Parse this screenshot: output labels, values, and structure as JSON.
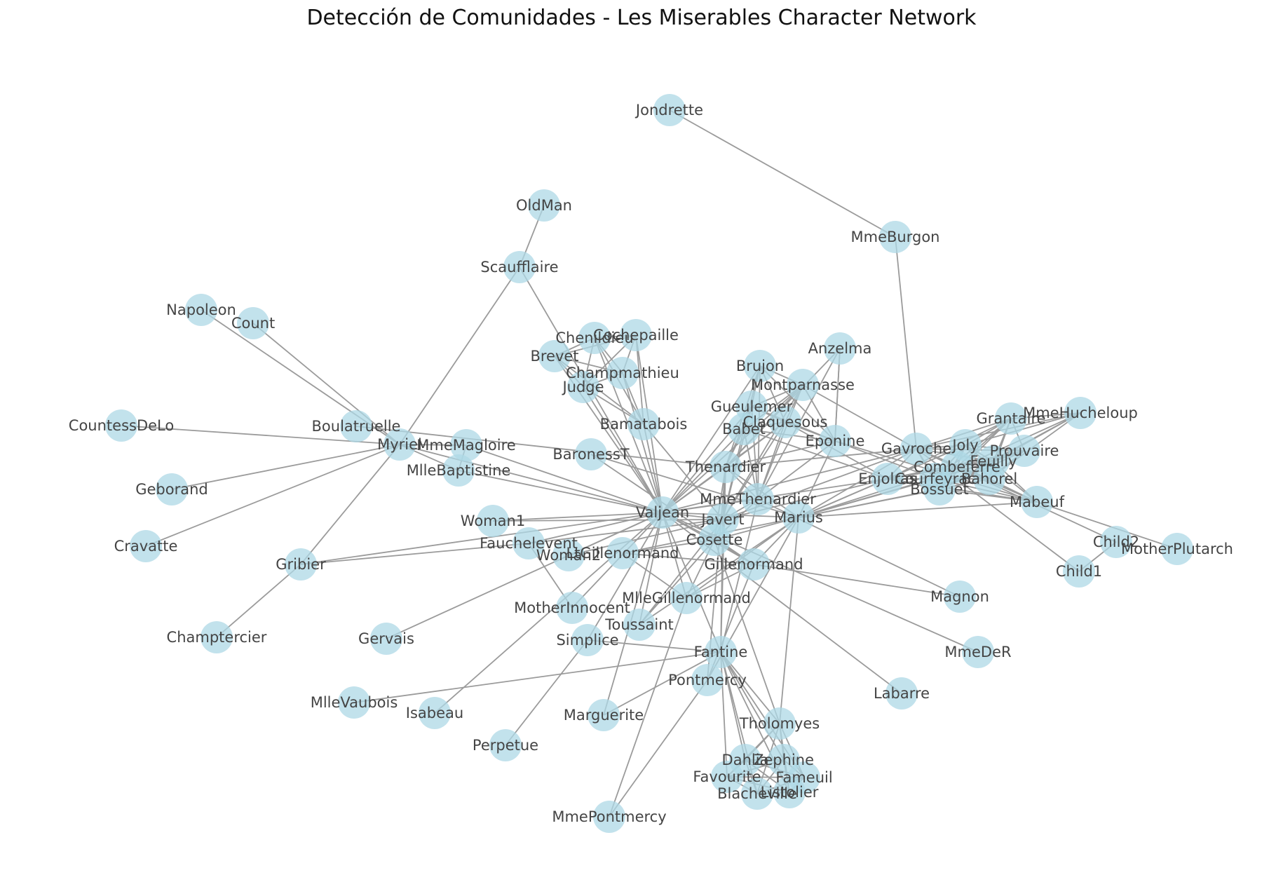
{
  "title": "Detección de Comunidades - Les Miserables Character Network",
  "style": {
    "node_color": "#add8e6",
    "edge_color": "#9b9b9b",
    "label_color": "#444444"
  },
  "nodes": [
    "Jondrette",
    "OldMan",
    "MmeBurgon",
    "Scaufflaire",
    "Napoleon",
    "Count",
    "Cochepaille",
    "Chenildieu",
    "Anzelma",
    "Brevet",
    "Brujon",
    "Champmathieu",
    "Judge",
    "Montparnasse",
    "Gueulemer",
    "Grantaire",
    "MmeHucheloup",
    "Bamatabois",
    "Babet",
    "Claquesous",
    "CountessDeLo",
    "Boulatruelle",
    "Myriel",
    "MmeMagloire",
    "Eponine",
    "Gavroche",
    "Joly",
    "Prouvaire",
    "Feuilly",
    "Combeferre",
    "BaronessT",
    "Enjolras",
    "Courfeyrac",
    "Bahorel",
    "Bossuet",
    "MlleBaptistine",
    "Thenardier",
    "Geborand",
    "MmeThenardier",
    "Mabeuf",
    "Valjean",
    "Woman1",
    "Javert",
    "Marius",
    "Child2",
    "MotherPlutarch",
    "Cravatte",
    "Cosette",
    "Fauchelevent",
    "Woman2",
    "LtGillenormand",
    "Gillenormand",
    "Gribier",
    "Child1",
    "MlleGillenormand",
    "Magnon",
    "MotherInnocent",
    "Toussaint",
    "Simplice",
    "Gervais",
    "Champtercier",
    "Fantine",
    "MmeDeR",
    "Pontmercy",
    "Labarre",
    "MlleVaubois",
    "Isabeau",
    "Marguerite",
    "Tholomyes",
    "Perpetue",
    "Zephine",
    "Dahlia",
    "Fameuil",
    "Favourite",
    "Listolier",
    "Blacheville",
    "MmePontmercy"
  ],
  "edges": [
    [
      "Jondrette",
      "MmeBurgon"
    ],
    [
      "MmeBurgon",
      "Gavroche"
    ],
    [
      "OldMan",
      "Scaufflaire"
    ],
    [
      "Scaufflaire",
      "Myriel"
    ],
    [
      "Scaufflaire",
      "Valjean"
    ],
    [
      "Napoleon",
      "Myriel"
    ],
    [
      "Count",
      "Myriel"
    ],
    [
      "CountessDeLo",
      "Myriel"
    ],
    [
      "Geborand",
      "Myriel"
    ],
    [
      "Cravatte",
      "Myriel"
    ],
    [
      "Champtercier",
      "Gribier"
    ],
    [
      "Gribier",
      "Myriel"
    ],
    [
      "Myriel",
      "MlleBaptistine"
    ],
    [
      "Myriel",
      "MmeMagloire"
    ],
    [
      "Myriel",
      "Valjean"
    ],
    [
      "MlleBaptistine",
      "MmeMagloire"
    ],
    [
      "MlleBaptistine",
      "Valjean"
    ],
    [
      "MmeMagloire",
      "Valjean"
    ],
    [
      "Boulatruelle",
      "Thenardier"
    ],
    [
      "Gribier",
      "Fauchelevent"
    ],
    [
      "Labarre",
      "Valjean"
    ],
    [
      "Marguerite",
      "Valjean"
    ],
    [
      "Marguerite",
      "Fantine"
    ],
    [
      "MmeDeR",
      "Valjean"
    ],
    [
      "Isabeau",
      "Valjean"
    ],
    [
      "Gervais",
      "Valjean"
    ],
    [
      "Tholomyes",
      "Listolier"
    ],
    [
      "Tholomyes",
      "Fameuil"
    ],
    [
      "Tholomyes",
      "Blacheville"
    ],
    [
      "Tholomyes",
      "Favourite"
    ],
    [
      "Tholomyes",
      "Dahlia"
    ],
    [
      "Tholomyes",
      "Zephine"
    ],
    [
      "Tholomyes",
      "Fantine"
    ],
    [
      "Tholomyes",
      "Cosette"
    ],
    [
      "Tholomyes",
      "Marius"
    ],
    [
      "Listolier",
      "Fameuil"
    ],
    [
      "Listolier",
      "Blacheville"
    ],
    [
      "Listolier",
      "Favourite"
    ],
    [
      "Listolier",
      "Dahlia"
    ],
    [
      "Listolier",
      "Zephine"
    ],
    [
      "Listolier",
      "Fantine"
    ],
    [
      "Fameuil",
      "Blacheville"
    ],
    [
      "Fameuil",
      "Favourite"
    ],
    [
      "Fameuil",
      "Dahlia"
    ],
    [
      "Fameuil",
      "Zephine"
    ],
    [
      "Fameuil",
      "Fantine"
    ],
    [
      "Blacheville",
      "Favourite"
    ],
    [
      "Blacheville",
      "Dahlia"
    ],
    [
      "Blacheville",
      "Zephine"
    ],
    [
      "Blacheville",
      "Fantine"
    ],
    [
      "Favourite",
      "Dahlia"
    ],
    [
      "Favourite",
      "Zephine"
    ],
    [
      "Favourite",
      "Fantine"
    ],
    [
      "Dahlia",
      "Zephine"
    ],
    [
      "Dahlia",
      "Fantine"
    ],
    [
      "Zephine",
      "Fantine"
    ],
    [
      "Fantine",
      "MmeThenardier"
    ],
    [
      "Fantine",
      "Thenardier"
    ],
    [
      "Fantine",
      "Valjean"
    ],
    [
      "Fantine",
      "Javert"
    ],
    [
      "Fantine",
      "Simplice"
    ],
    [
      "MmeThenardier",
      "Thenardier"
    ],
    [
      "MmeThenardier",
      "Valjean"
    ],
    [
      "MmeThenardier",
      "Cosette"
    ],
    [
      "MmeThenardier",
      "Javert"
    ],
    [
      "MmeThenardier",
      "Eponine"
    ],
    [
      "MmeThenardier",
      "Babet"
    ],
    [
      "MmeThenardier",
      "Gueulemer"
    ],
    [
      "MmeThenardier",
      "Claquesous"
    ],
    [
      "MmeThenardier",
      "Montparnasse"
    ],
    [
      "MmeThenardier",
      "Brujon"
    ],
    [
      "MmeThenardier",
      "Anzelma"
    ],
    [
      "MmeThenardier",
      "Magnon"
    ],
    [
      "Thenardier",
      "Valjean"
    ],
    [
      "Thenardier",
      "Javert"
    ],
    [
      "Thenardier",
      "Cosette"
    ],
    [
      "Thenardier",
      "Marius"
    ],
    [
      "Thenardier",
      "Eponine"
    ],
    [
      "Thenardier",
      "Gavroche"
    ],
    [
      "Thenardier",
      "Babet"
    ],
    [
      "Thenardier",
      "Gueulemer"
    ],
    [
      "Thenardier",
      "Montparnasse"
    ],
    [
      "Thenardier",
      "Claquesous"
    ],
    [
      "Thenardier",
      "Brujon"
    ],
    [
      "Thenardier",
      "Anzelma"
    ],
    [
      "Cosette",
      "Valjean"
    ],
    [
      "Cosette",
      "Javert"
    ],
    [
      "Cosette",
      "Gillenormand"
    ],
    [
      "Cosette",
      "LtGillenormand"
    ],
    [
      "Cosette",
      "MlleGillenormand"
    ],
    [
      "Cosette",
      "Marius"
    ],
    [
      "Javert",
      "Valjean"
    ],
    [
      "Javert",
      "Gueulemer"
    ],
    [
      "Javert",
      "Babet"
    ],
    [
      "Javert",
      "Claquesous"
    ],
    [
      "Javert",
      "Montparnasse"
    ],
    [
      "Javert",
      "Enjolras"
    ],
    [
      "Javert",
      "Bamatabois"
    ],
    [
      "Javert",
      "Toussaint"
    ],
    [
      "Javert",
      "Gavroche"
    ],
    [
      "Fauchelevent",
      "Valjean"
    ],
    [
      "Fauchelevent",
      "Javert"
    ],
    [
      "Fauchelevent",
      "MotherInnocent"
    ],
    [
      "Bamatabois",
      "Valjean"
    ],
    [
      "Bamatabois",
      "Judge"
    ],
    [
      "Bamatabois",
      "Champmathieu"
    ],
    [
      "Bamatabois",
      "Brevet"
    ],
    [
      "Bamatabois",
      "Chenildieu"
    ],
    [
      "Bamatabois",
      "Cochepaille"
    ],
    [
      "Perpetue",
      "Simplice"
    ],
    [
      "Simplice",
      "Valjean"
    ],
    [
      "Woman1",
      "Valjean"
    ],
    [
      "Woman1",
      "Javert"
    ],
    [
      "Judge",
      "Valjean"
    ],
    [
      "Judge",
      "Brevet"
    ],
    [
      "Judge",
      "Chenildieu"
    ],
    [
      "Judge",
      "Cochepaille"
    ],
    [
      "Judge",
      "Champmathieu"
    ],
    [
      "Champmathieu",
      "Valjean"
    ],
    [
      "Champmathieu",
      "Brevet"
    ],
    [
      "Champmathieu",
      "Chenildieu"
    ],
    [
      "Champmathieu",
      "Cochepaille"
    ],
    [
      "Brevet",
      "Valjean"
    ],
    [
      "Brevet",
      "Chenildieu"
    ],
    [
      "Brevet",
      "Cochepaille"
    ],
    [
      "Chenildieu",
      "Valjean"
    ],
    [
      "Chenildieu",
      "Cochepaille"
    ],
    [
      "Cochepaille",
      "Valjean"
    ],
    [
      "Pontmercy",
      "Thenardier"
    ],
    [
      "Pontmercy",
      "MmePontmercy"
    ],
    [
      "Pontmercy",
      "Marius"
    ],
    [
      "Pontmercy",
      "Gillenormand"
    ],
    [
      "Woman2",
      "Valjean"
    ],
    [
      "Woman2",
      "Javert"
    ],
    [
      "MotherInnocent",
      "Valjean"
    ],
    [
      "Gribier",
      "Valjean"
    ],
    [
      "Gillenormand",
      "Valjean"
    ],
    [
      "Gillenormand",
      "MlleGillenormand"
    ],
    [
      "Gillenormand",
      "Magnon"
    ],
    [
      "Gillenormand",
      "Marius"
    ],
    [
      "Gillenormand",
      "BaronessT"
    ],
    [
      "MlleGillenormand",
      "Valjean"
    ],
    [
      "MlleGillenormand",
      "MmePontmercy"
    ],
    [
      "MlleGillenormand",
      "LtGillenormand"
    ],
    [
      "MlleGillenormand",
      "Marius"
    ],
    [
      "MlleVaubois",
      "Fantine"
    ],
    [
      "LtGillenormand",
      "Marius"
    ],
    [
      "LtGillenormand",
      "Gillenormand"
    ],
    [
      "Marius",
      "Valjean"
    ],
    [
      "Marius",
      "Eponine"
    ],
    [
      "Marius",
      "Gavroche"
    ],
    [
      "Marius",
      "Enjolras"
    ],
    [
      "Marius",
      "Combeferre"
    ],
    [
      "Marius",
      "Courfeyrac"
    ],
    [
      "Marius",
      "Bahorel"
    ],
    [
      "Marius",
      "Bossuet"
    ],
    [
      "Marius",
      "Joly"
    ],
    [
      "Marius",
      "Feuilly"
    ],
    [
      "Marius",
      "Mabeuf"
    ],
    [
      "Marius",
      "BaronessT"
    ],
    [
      "Marius",
      "Toussaint"
    ],
    [
      "Eponine",
      "Mabeuf"
    ],
    [
      "Eponine",
      "Courfeyrac"
    ],
    [
      "Eponine",
      "Gueulemer"
    ],
    [
      "Eponine",
      "Babet"
    ],
    [
      "Eponine",
      "Claquesous"
    ],
    [
      "Eponine",
      "Montparnasse"
    ],
    [
      "Eponine",
      "Brujon"
    ],
    [
      "Eponine",
      "Anzelma"
    ],
    [
      "Valjean",
      "Enjolras"
    ],
    [
      "Valjean",
      "Gavroche"
    ],
    [
      "Valjean",
      "Toussaint"
    ],
    [
      "Valjean",
      "Babet"
    ],
    [
      "Valjean",
      "Gueulemer"
    ],
    [
      "Valjean",
      "Claquesous"
    ],
    [
      "Valjean",
      "Montparnasse"
    ],
    [
      "Valjean",
      "Brujon"
    ],
    [
      "Enjolras",
      "Combeferre"
    ],
    [
      "Enjolras",
      "Courfeyrac"
    ],
    [
      "Enjolras",
      "Bahorel"
    ],
    [
      "Enjolras",
      "Bossuet"
    ],
    [
      "Enjolras",
      "Joly"
    ],
    [
      "Enjolras",
      "Grantaire"
    ],
    [
      "Enjolras",
      "Feuilly"
    ],
    [
      "Enjolras",
      "Prouvaire"
    ],
    [
      "Enjolras",
      "Gavroche"
    ],
    [
      "Enjolras",
      "Mabeuf"
    ],
    [
      "Enjolras",
      "Babet"
    ],
    [
      "Enjolras",
      "Claquesous"
    ],
    [
      "Combeferre",
      "Courfeyrac"
    ],
    [
      "Combeferre",
      "Bahorel"
    ],
    [
      "Combeferre",
      "Bossuet"
    ],
    [
      "Combeferre",
      "Joly"
    ],
    [
      "Combeferre",
      "Grantaire"
    ],
    [
      "Combeferre",
      "Feuilly"
    ],
    [
      "Combeferre",
      "Prouvaire"
    ],
    [
      "Combeferre",
      "Gavroche"
    ],
    [
      "Combeferre",
      "Mabeuf"
    ],
    [
      "Courfeyrac",
      "Bahorel"
    ],
    [
      "Courfeyrac",
      "Bossuet"
    ],
    [
      "Courfeyrac",
      "Joly"
    ],
    [
      "Courfeyrac",
      "Grantaire"
    ],
    [
      "Courfeyrac",
      "Feuilly"
    ],
    [
      "Courfeyrac",
      "Prouvaire"
    ],
    [
      "Courfeyrac",
      "Gavroche"
    ],
    [
      "Courfeyrac",
      "Mabeuf"
    ],
    [
      "Courfeyrac",
      "MmeHucheloup"
    ],
    [
      "Bahorel",
      "Bossuet"
    ],
    [
      "Bahorel",
      "Joly"
    ],
    [
      "Bahorel",
      "Grantaire"
    ],
    [
      "Bahorel",
      "Feuilly"
    ],
    [
      "Bahorel",
      "Prouvaire"
    ],
    [
      "Bahorel",
      "Gavroche"
    ],
    [
      "Bahorel",
      "Mabeuf"
    ],
    [
      "Bahorel",
      "MmeHucheloup"
    ],
    [
      "Bossuet",
      "Joly"
    ],
    [
      "Bossuet",
      "Grantaire"
    ],
    [
      "Bossuet",
      "Feuilly"
    ],
    [
      "Bossuet",
      "Prouvaire"
    ],
    [
      "Bossuet",
      "Gavroche"
    ],
    [
      "Bossuet",
      "Mabeuf"
    ],
    [
      "Bossuet",
      "MmeHucheloup"
    ],
    [
      "Joly",
      "Grantaire"
    ],
    [
      "Joly",
      "Feuilly"
    ],
    [
      "Joly",
      "Prouvaire"
    ],
    [
      "Joly",
      "Gavroche"
    ],
    [
      "Joly",
      "Mabeuf"
    ],
    [
      "Joly",
      "MmeHucheloup"
    ],
    [
      "Grantaire",
      "Feuilly"
    ],
    [
      "Grantaire",
      "Prouvaire"
    ],
    [
      "Grantaire",
      "Gavroche"
    ],
    [
      "Grantaire",
      "MmeHucheloup"
    ],
    [
      "Feuilly",
      "Prouvaire"
    ],
    [
      "Feuilly",
      "Gavroche"
    ],
    [
      "Feuilly",
      "Mabeuf"
    ],
    [
      "Feuilly",
      "MmeHucheloup"
    ],
    [
      "Prouvaire",
      "Gavroche"
    ],
    [
      "Gavroche",
      "Mabeuf"
    ],
    [
      "Gavroche",
      "Child1"
    ],
    [
      "Gavroche",
      "Child2"
    ],
    [
      "Gavroche",
      "MmeHucheloup"
    ],
    [
      "Gavroche",
      "Montparnasse"
    ],
    [
      "Child1",
      "Child2"
    ],
    [
      "Mabeuf",
      "MotherPlutarch"
    ],
    [
      "Gueulemer",
      "Babet"
    ],
    [
      "Gueulemer",
      "Claquesous"
    ],
    [
      "Gueulemer",
      "Montparnasse"
    ],
    [
      "Gueulemer",
      "Brujon"
    ],
    [
      "Babet",
      "Claquesous"
    ],
    [
      "Babet",
      "Montparnasse"
    ],
    [
      "Babet",
      "Brujon"
    ],
    [
      "Claquesous",
      "Montparnasse"
    ],
    [
      "Claquesous",
      "Brujon"
    ],
    [
      "Montparnasse",
      "Brujon"
    ],
    [
      "Anzelma",
      "Eponine"
    ],
    [
      "Toussaint",
      "Cosette"
    ]
  ]
}
